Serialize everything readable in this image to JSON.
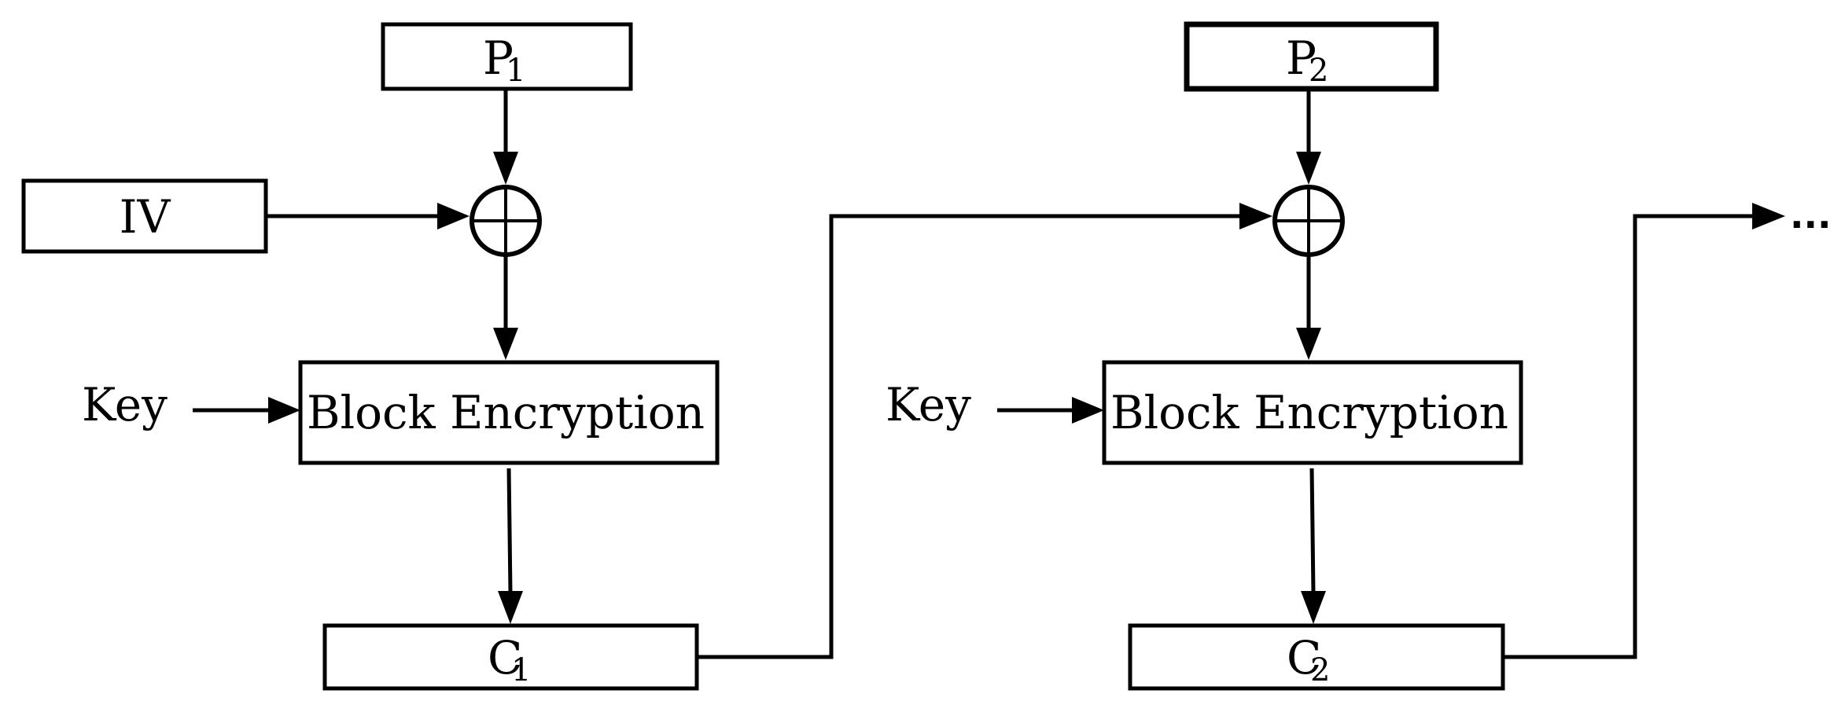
{
  "block1": {
    "plaintext": {
      "letter": "P",
      "index": "1"
    },
    "iv_label": "IV",
    "key_label": "Key",
    "encrypt_label": "Block Encryption",
    "ciphertext": {
      "letter": "C",
      "index": "1"
    }
  },
  "block2": {
    "plaintext": {
      "letter": "P",
      "index": "2"
    },
    "key_label": "Key",
    "encrypt_label": "Block Encryption",
    "ciphertext": {
      "letter": "C",
      "index": "2"
    }
  },
  "continuation": "..."
}
